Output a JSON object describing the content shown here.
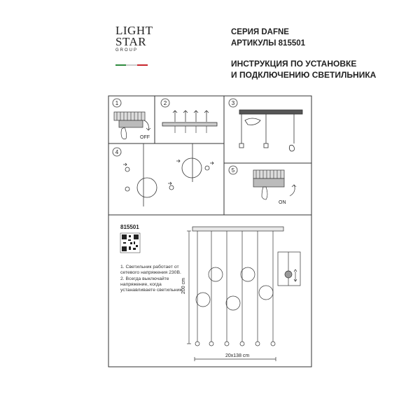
{
  "logo": {
    "line1": "LIGHT",
    "line2": "STAR",
    "line3": "GROUP",
    "flag_colors": [
      "#2e8b3e",
      "#ffffff",
      "#c8242b"
    ]
  },
  "header": {
    "series": "СЕРИЯ DAFNE",
    "article": "АРТИКУЛЫ 815501",
    "title_line1": "ИНСТРУКЦИЯ ПО УСТАНОВКЕ",
    "title_line2": "И ПОДКЛЮЧЕНИЮ СВЕТИЛЬНИКА"
  },
  "steps": [
    {
      "number": "1",
      "label": "OFF"
    },
    {
      "number": "2"
    },
    {
      "number": "3"
    },
    {
      "number": "4"
    },
    {
      "number": "5",
      "label": "ON"
    }
  ],
  "product": {
    "article": "815501",
    "height": "200 cm",
    "width": "20x138 cm"
  },
  "notes": [
    "1. Светильник работает от сетевого напряжения 230В.",
    "2. Всегда выключайте напряжение, когда устанавливаете светильник."
  ]
}
